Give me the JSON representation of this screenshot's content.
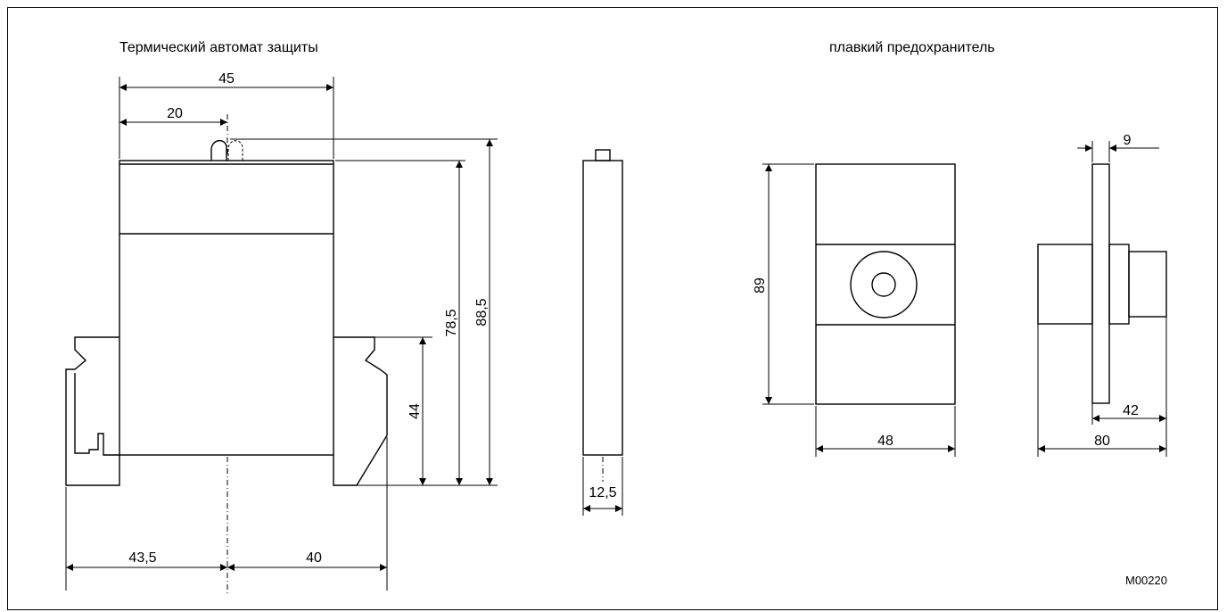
{
  "titles": {
    "breaker": "Термический автомат защиты",
    "fuse": "плавкий предохранитель"
  },
  "drawing_code": "M00220",
  "dimensions": {
    "breaker_width": "45",
    "breaker_lever_offset": "20",
    "breaker_body_height": "78,5",
    "breaker_total_height": "88,5",
    "breaker_rail_height": "44",
    "breaker_left_extent": "43,5",
    "breaker_right_extent": "40",
    "breaker_side_depth": "12,5",
    "fuse_height": "89",
    "fuse_width": "48",
    "fuse_plate_thickness": "9",
    "fuse_rear_depth": "42",
    "fuse_total_depth": "80"
  }
}
